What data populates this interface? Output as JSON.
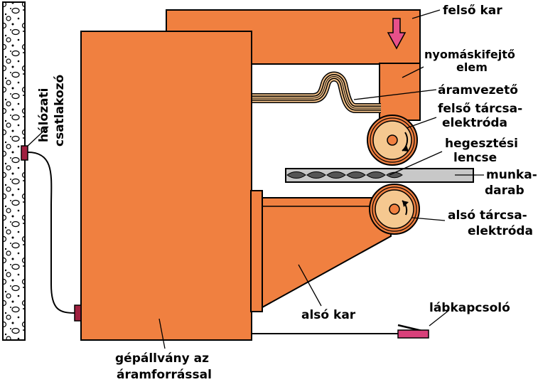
{
  "colors": {
    "machine": "#F08040",
    "outline": "#000000",
    "conductor": "#F5C38A",
    "electrode_light": "#F5C890",
    "arrow_pink": "#E8508A",
    "workpiece": "#C8C8C8",
    "wall_fill": "#FFFFFF"
  },
  "labels": {
    "felso_kar": "felső kar",
    "nyomaskifejto_1": "nyomáskifejtő",
    "nyomaskifejto_2": "elem",
    "aramvezeto": "áramvezető",
    "felso_elektroda_1": "felső tárcsa-",
    "felso_elektroda_2": "elektróda",
    "hegesztesi_1": "hegesztési",
    "hegesztesi_2": "lencse",
    "munkadarab_1": "munka-",
    "munkadarab_2": "darab",
    "also_elektroda_1": "alsó tárcsa-",
    "also_elektroda_2": "elektróda",
    "also_kar": "alsó kar",
    "labkapcsolo": "lábkapcsoló",
    "gepallvany_1": "gépállvány az",
    "gepallvany_2": "áramforrással",
    "halozati_1": "hálózati",
    "halozati_2": "csatlakozó"
  }
}
